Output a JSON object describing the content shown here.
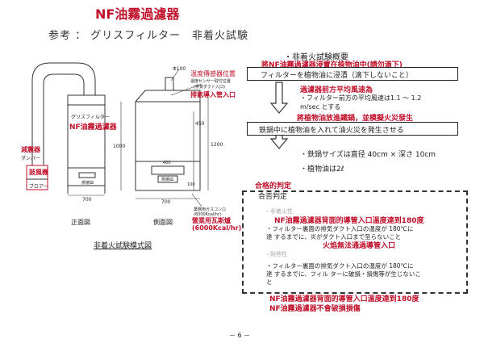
{
  "header": {
    "title": "NF油霧過濾器",
    "subtitle": "参考 ： グリスフィルター　非着火試験"
  },
  "diagram": {
    "front_view": {
      "box_label_jp": "グリスフィルター",
      "box_label_cn": "NF油霧過濾器",
      "damper_cn": "減震器",
      "damper_jp": "ダンパー",
      "blower_cn": "鼓風機",
      "blower_jp": "ブロアー",
      "oil_pan": "燃焼皿",
      "width": "700",
      "caption": "正面図"
    },
    "side_view": {
      "sensor_jp": "温度傳感器位置",
      "exhaust_cn": "排氣導入管入口",
      "sensor_detail": "温度センサー取付位置",
      "sensor_detail_2": "(排気ダクト入口)",
      "top_dim": "Φ100",
      "width": "700",
      "gas_stove_jp": "業務用ガスコンロ",
      "gas_stove_cn": "營業用瓦斯爐",
      "kcal": "(6000Kcal/hr)",
      "oil_pan": "燃焼皿",
      "oil_pan_w": "400",
      "caption": "側面図",
      "dim_1200": "1200",
      "dim_1000": "1000",
      "dim_450": "450",
      "dim_100": "100"
    },
    "caption": "非着火試験模式図"
  },
  "overview": {
    "title": "・非着火試験概要",
    "red1": "將NF油霧過濾器浸置在植物油中(請勿滴下)",
    "box1": "フィルターを植物油に浸漬（滴下しないこと）",
    "red2": "過濾器前方平均風速為",
    "text2a": "・フィルター前方の平均風速は1.1 ～ 1.2",
    "text2b": "m/sec とする",
    "red3": "將植物油放進鐵鍋，並模擬火災發生",
    "box2": "鉄鍋中に植物油を入れて油火災を発生させる",
    "text3": "・鉄鍋サイズは直径 40cm × 深さ 10cm",
    "text4": "・植物油は2ℓ"
  },
  "criteria": {
    "title_cn": "合格的判定",
    "title_jp": "合否判定",
    "sec1_label": "・非着火性",
    "sec1_red": "NF油霧過濾器背面的導管入口溫度達到180度",
    "sec1_text1": "・フィルター裏面の排気ダクト入口の温度が 180℃に",
    "sec1_text2": "達 するまでに、炎がダクト入口まで至らないこと",
    "sec1_red2": "火焰無法通過導管入口",
    "sec2_label": "・耐熱性",
    "sec2_text1": "・フィルター裏面の排気ダクト入口の温度が 180℃に",
    "sec2_text2": "達 するまでに、フィル ターに破損・損傷等が生じないこ",
    "sec2_text3": "と",
    "footer_red1": "NF油霧過濾器背面的導管入口溫度達到180度",
    "footer_red2": "NF油霧過濾器不會破損損傷"
  },
  "page_number": "－ 6 －"
}
